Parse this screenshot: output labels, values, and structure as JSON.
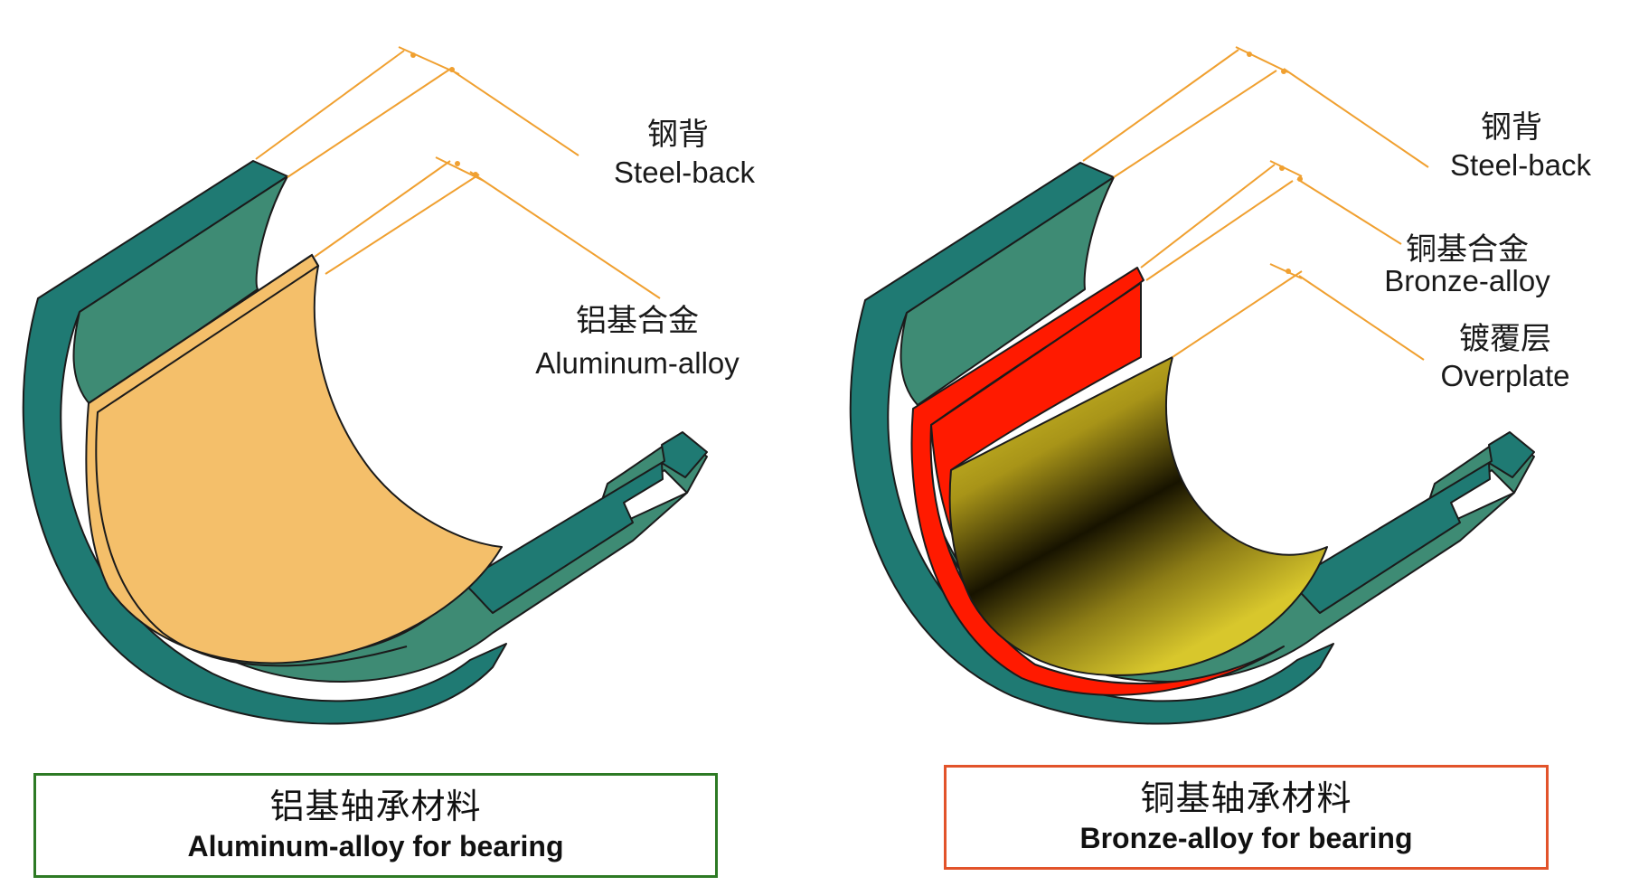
{
  "colors": {
    "steel_outer": "#1d7a74",
    "steel_inner": "#3e8b74",
    "aluminum_layer": "#f4bf6a",
    "bronze_layer": "#ff1a00",
    "overplate_light": "#d9c92a",
    "overplate_dark": "#1a1600",
    "leader_line": "#f0a030",
    "outline": "#1b1b1b",
    "caption_left_border": "#2d7a24",
    "caption_right_border": "#e2532a"
  },
  "left_bearing": {
    "labels": {
      "steel_back_zh": "钢背",
      "steel_back_en": "Steel-back",
      "alloy_zh": "铝基合金",
      "alloy_en": "Aluminum-alloy"
    },
    "caption": {
      "zh": "铝基轴承材料",
      "en": "Aluminum-alloy for bearing"
    }
  },
  "right_bearing": {
    "labels": {
      "steel_back_zh": "钢背",
      "steel_back_en": "Steel-back",
      "alloy_zh": "铜基合金",
      "alloy_en": "Bronze-alloy",
      "overplate_zh": "镀覆层",
      "overplate_en": "Overplate"
    },
    "caption": {
      "zh": "铜基轴承材料",
      "en": "Bronze-alloy for bearing"
    }
  }
}
